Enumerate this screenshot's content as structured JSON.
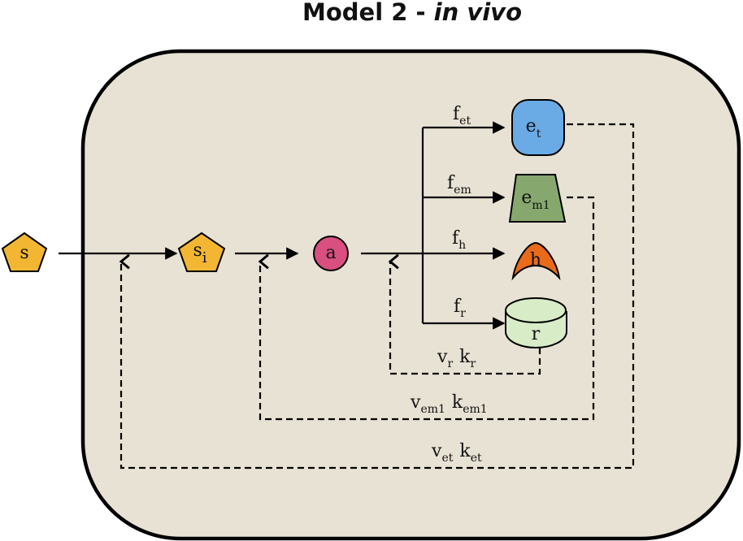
{
  "title": {
    "main": "Model 2 - ",
    "italic": "in vivo"
  },
  "colors": {
    "background_panel": "#e8e2d4",
    "substrate": "#f2b632",
    "activator": "#d94f7f",
    "e_t": "#6aabe6",
    "e_m1": "#86a86e",
    "h": "#e86a1a",
    "r": "#d8ecc8"
  },
  "nodes": {
    "s": {
      "base": "s",
      "sub": ""
    },
    "s_i": {
      "base": "s",
      "sub": "i"
    },
    "a": {
      "base": "a",
      "sub": ""
    },
    "e_t": {
      "base": "e",
      "sub": "t"
    },
    "e_m1": {
      "base": "e",
      "sub": "m1"
    },
    "h": {
      "base": "h",
      "sub": ""
    },
    "r": {
      "base": "r",
      "sub": ""
    }
  },
  "flux_labels": {
    "f_et": {
      "base": "f",
      "sub": "et"
    },
    "f_em": {
      "base": "f",
      "sub": "em"
    },
    "f_h": {
      "base": "f",
      "sub": "h"
    },
    "f_r": {
      "base": "f",
      "sub": "r"
    }
  },
  "feedback_labels": {
    "r": {
      "v_base": "v",
      "v_sub": "r",
      "k_base": "k",
      "k_sub": "r"
    },
    "em": {
      "v_base": "v",
      "v_sub": "em1",
      "k_base": "k",
      "k_sub": "em1"
    },
    "et": {
      "v_base": "v",
      "v_sub": "et",
      "k_base": "k",
      "k_sub": "et"
    }
  }
}
